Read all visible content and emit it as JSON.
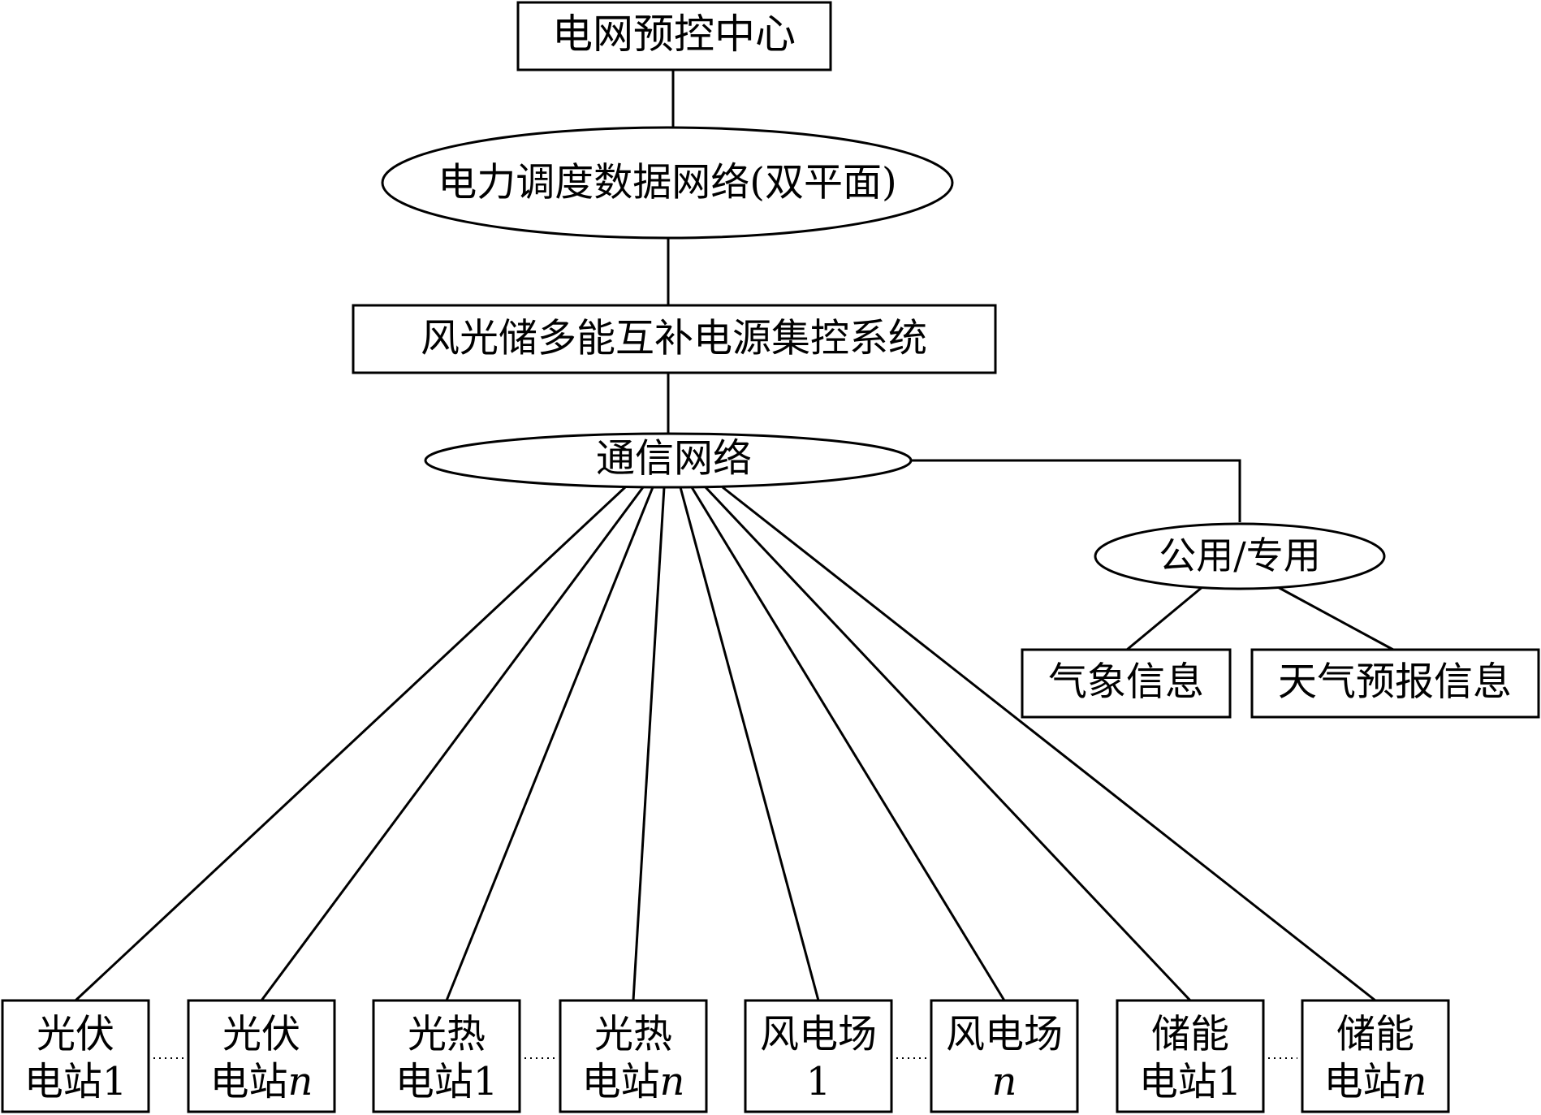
{
  "nodes": {
    "grid_center": "电网预控中心",
    "dispatch_network": "电力调度数据网络(双平面)",
    "control_system": "风光储多能互补电源集控系统",
    "comm_network": "通信网络",
    "public_private": "公用/专用",
    "weather_info": "气象信息",
    "forecast_info": "天气预报信息"
  },
  "stations": [
    {
      "line1": "光伏",
      "line2": "电站",
      "suffix": "1"
    },
    {
      "line1": "光伏",
      "line2": "电站",
      "suffix": "n"
    },
    {
      "line1": "光热",
      "line2": "电站",
      "suffix": "1"
    },
    {
      "line1": "光热",
      "line2": "电站",
      "suffix": "n"
    },
    {
      "line1": "风电场",
      "line2": "",
      "suffix": "1"
    },
    {
      "line1": "风电场",
      "line2": "",
      "suffix": "n"
    },
    {
      "line1": "储能",
      "line2": "电站",
      "suffix": "1"
    },
    {
      "line1": "储能",
      "line2": "电站",
      "suffix": "n"
    }
  ]
}
